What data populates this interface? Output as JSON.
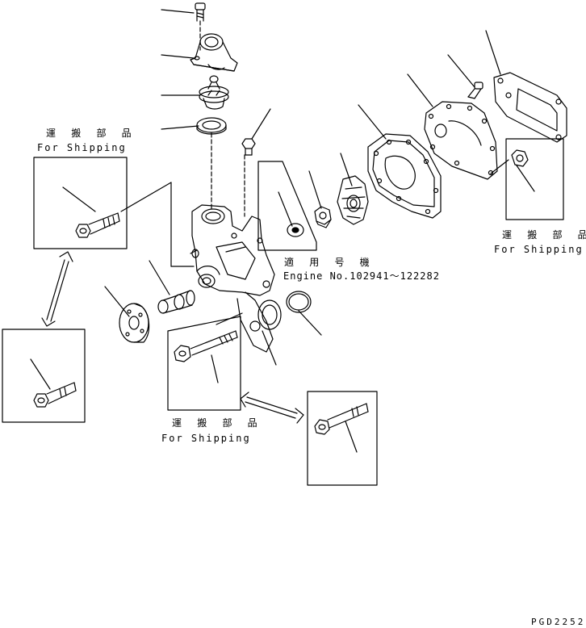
{
  "labels": {
    "shipping_jp": "運 搬 部 品",
    "shipping_en": "For Shipping",
    "applicable_jp": "適 用 号 機",
    "engine_range": "Engine No.102941～122282",
    "drawing_code": "PGD2252"
  },
  "parts": [
    {
      "name": "bolt-top"
    },
    {
      "name": "water-outlet-connector"
    },
    {
      "name": "thermostat"
    },
    {
      "name": "thermostat-seal"
    },
    {
      "name": "plug"
    },
    {
      "name": "washer"
    },
    {
      "name": "seal-nut"
    },
    {
      "name": "impeller"
    },
    {
      "name": "pump-gasket"
    },
    {
      "name": "pump-cover"
    },
    {
      "name": "cover-bolt"
    },
    {
      "name": "cover-gasket"
    },
    {
      "name": "pump-body"
    },
    {
      "name": "shaft-bearing"
    },
    {
      "name": "pulley-flange"
    },
    {
      "name": "o-ring"
    },
    {
      "name": "long-bolt"
    },
    {
      "name": "shipping-bolt"
    }
  ]
}
